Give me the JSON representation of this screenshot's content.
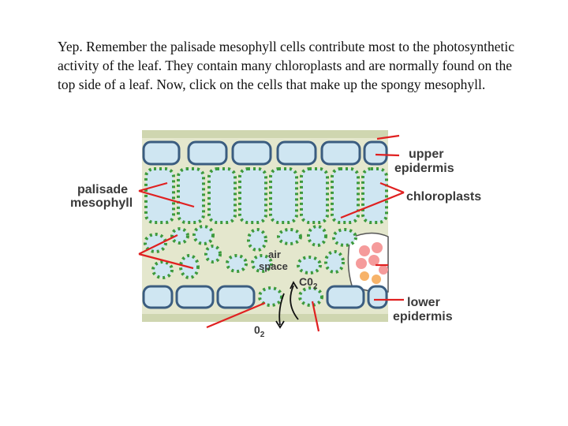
{
  "slide": {
    "prompt_text": "Yep.  Remember the palisade mesophyll cells contribute most to the photosynthetic activity of the leaf.  They contain many chloroplasts and are normally found on the top side of a leaf.  Now, click on the cells that make up the spongy mesophyll."
  },
  "diagram": {
    "labels": {
      "upper_epidermis_1": "upper",
      "upper_epidermis_2": "epidermis",
      "palisade_1": "palisade",
      "palisade_2": "mesophyll",
      "chloroplasts": "chloroplasts",
      "air_space_1": "air",
      "air_space_2": "space",
      "co2": "C0",
      "co2_sub": "2",
      "lower_epidermis_1": "lower",
      "lower_epidermis_2": "epidermis",
      "o2": "0",
      "o2_sub": "2"
    },
    "colors": {
      "cell_fill": "#cfe6f2",
      "cell_wall": "#3b5d80",
      "tissue": "#dde3c4",
      "chloroplast": "#3d9a3d",
      "arrow": "#e02020",
      "vein": "#f08a8a"
    }
  }
}
